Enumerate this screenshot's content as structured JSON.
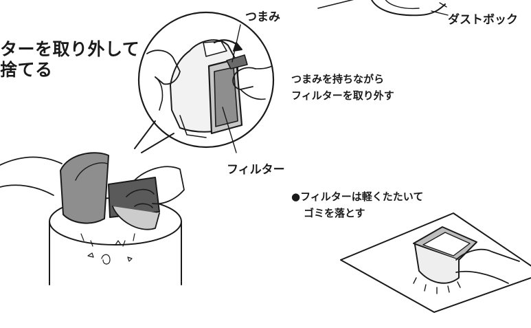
{
  "heading": {
    "line1": "ターを取り外して",
    "line2": "捨てる"
  },
  "labels": {
    "knob": "つまみ",
    "dust_box": "ダストボック",
    "filter": "フィルター"
  },
  "instruction": {
    "line1": "つまみを持ちながら",
    "line2": "フィルターを取り外す"
  },
  "tip": {
    "line1": "●フィルターは軽くたたいて",
    "line2": "ゴミを落とす"
  }
}
